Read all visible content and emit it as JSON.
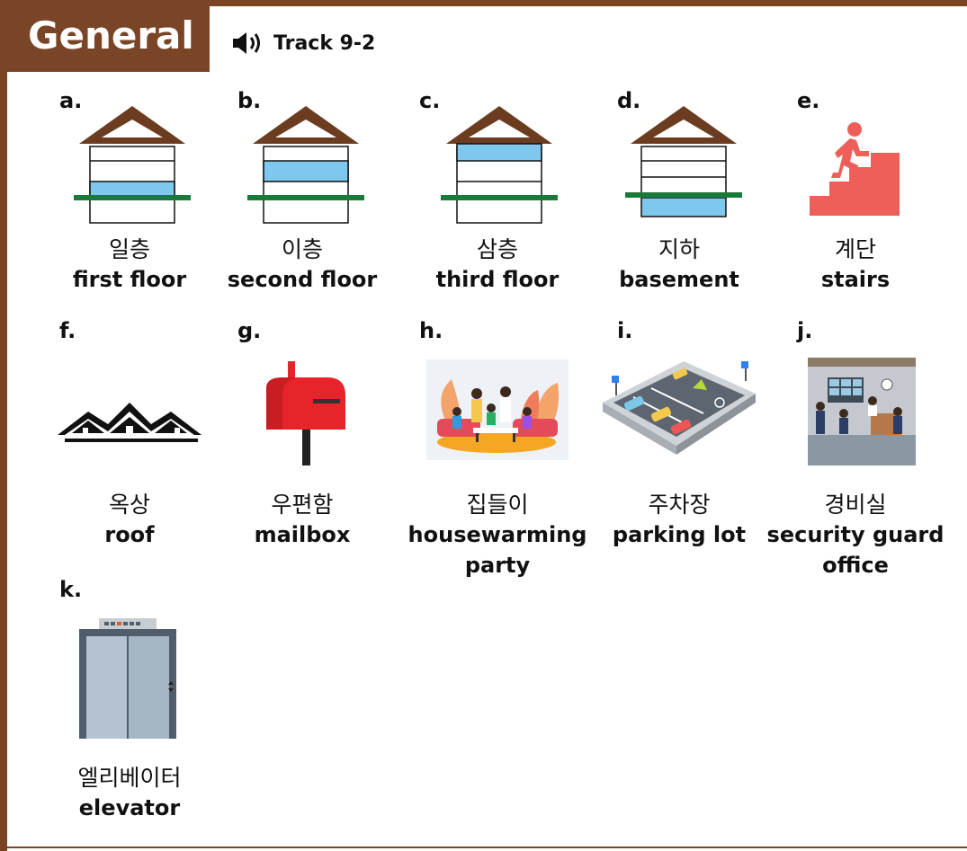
{
  "header": {
    "title": "General",
    "track_label": "Track 9-2",
    "speaker_icon": "speaker-icon"
  },
  "colors": {
    "brand": "#7a4526",
    "floor_fill": "#7ec8ee",
    "ground": "#1a7a3a",
    "stairs": "#ef5f59",
    "mailbox": "#e6242a",
    "elevator": "#4f5e6a"
  },
  "items": [
    {
      "letter": "a.",
      "korean": "일층",
      "english": "first floor",
      "icon": "first-floor-icon"
    },
    {
      "letter": "b.",
      "korean": "이층",
      "english": "second floor",
      "icon": "second-floor-icon"
    },
    {
      "letter": "c.",
      "korean": "삼층",
      "english": "third floor",
      "icon": "third-floor-icon"
    },
    {
      "letter": "d.",
      "korean": "지하",
      "english": "basement",
      "icon": "basement-icon"
    },
    {
      "letter": "e.",
      "korean": "계단",
      "english": "stairs",
      "icon": "stairs-icon"
    },
    {
      "letter": "f.",
      "korean": "옥상",
      "english": "roof",
      "icon": "roof-icon"
    },
    {
      "letter": "g.",
      "korean": "우편함",
      "english": "mailbox",
      "icon": "mailbox-icon"
    },
    {
      "letter": "h.",
      "korean": "집들이",
      "english": "housewarming party",
      "icon": "party-icon"
    },
    {
      "letter": "i.",
      "korean": "주차장",
      "english": "parking lot",
      "icon": "parking-lot-icon"
    },
    {
      "letter": "j.",
      "korean": "경비실",
      "english": "security guard office",
      "icon": "security-office-icon"
    },
    {
      "letter": "k.",
      "korean": "엘리베이터",
      "english": "elevator",
      "icon": "elevator-icon"
    }
  ]
}
